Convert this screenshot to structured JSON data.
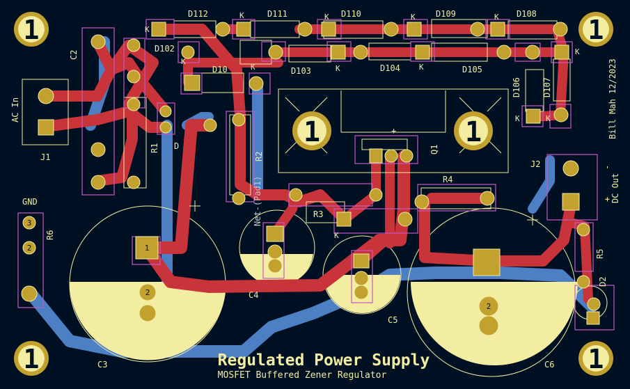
{
  "title": "Regulated Power Supply",
  "subtitle": "MOSFET Buffered Zener Regulator",
  "author_date": "Bill Mah 12/2023",
  "net_label": "Net-(Pad1)",
  "mounting_hole_label": "1",
  "plus_sign": "+",
  "minus_sign": "-",
  "k_mark": "K",
  "pin1": "1",
  "pin2": "2",
  "pin3": "3",
  "refs": {
    "D112": "D112",
    "D111": "D111",
    "D110": "D110",
    "D109": "D109",
    "D108": "D108",
    "D102": "D102",
    "D103": "D103",
    "D104": "D104",
    "D105": "D105",
    "D106": "D106",
    "D107": "D107",
    "D101": "D10",
    "C2": "C2",
    "C3": "C3",
    "C4": "C4",
    "C5": "C5",
    "C6": "C6",
    "J1": "J1",
    "J2": "J2",
    "R1": "R1",
    "R2": "R2",
    "R3": "R3",
    "R4": "R4",
    "R5": "R5",
    "R6": "R6",
    "Q1": "Q1",
    "D1": "D",
    "D2": "D2"
  },
  "labels": {
    "ac_in": "AC In",
    "gnd": "GND",
    "dc_out": "DC Out"
  },
  "colors": {
    "board": "#001023",
    "copper_top": "#c8343a",
    "copper_bottom": "#4d7fc4",
    "silkscreen": "#f2eda1",
    "pad": "#c2a12f",
    "fab_outline": "#c659c4"
  }
}
